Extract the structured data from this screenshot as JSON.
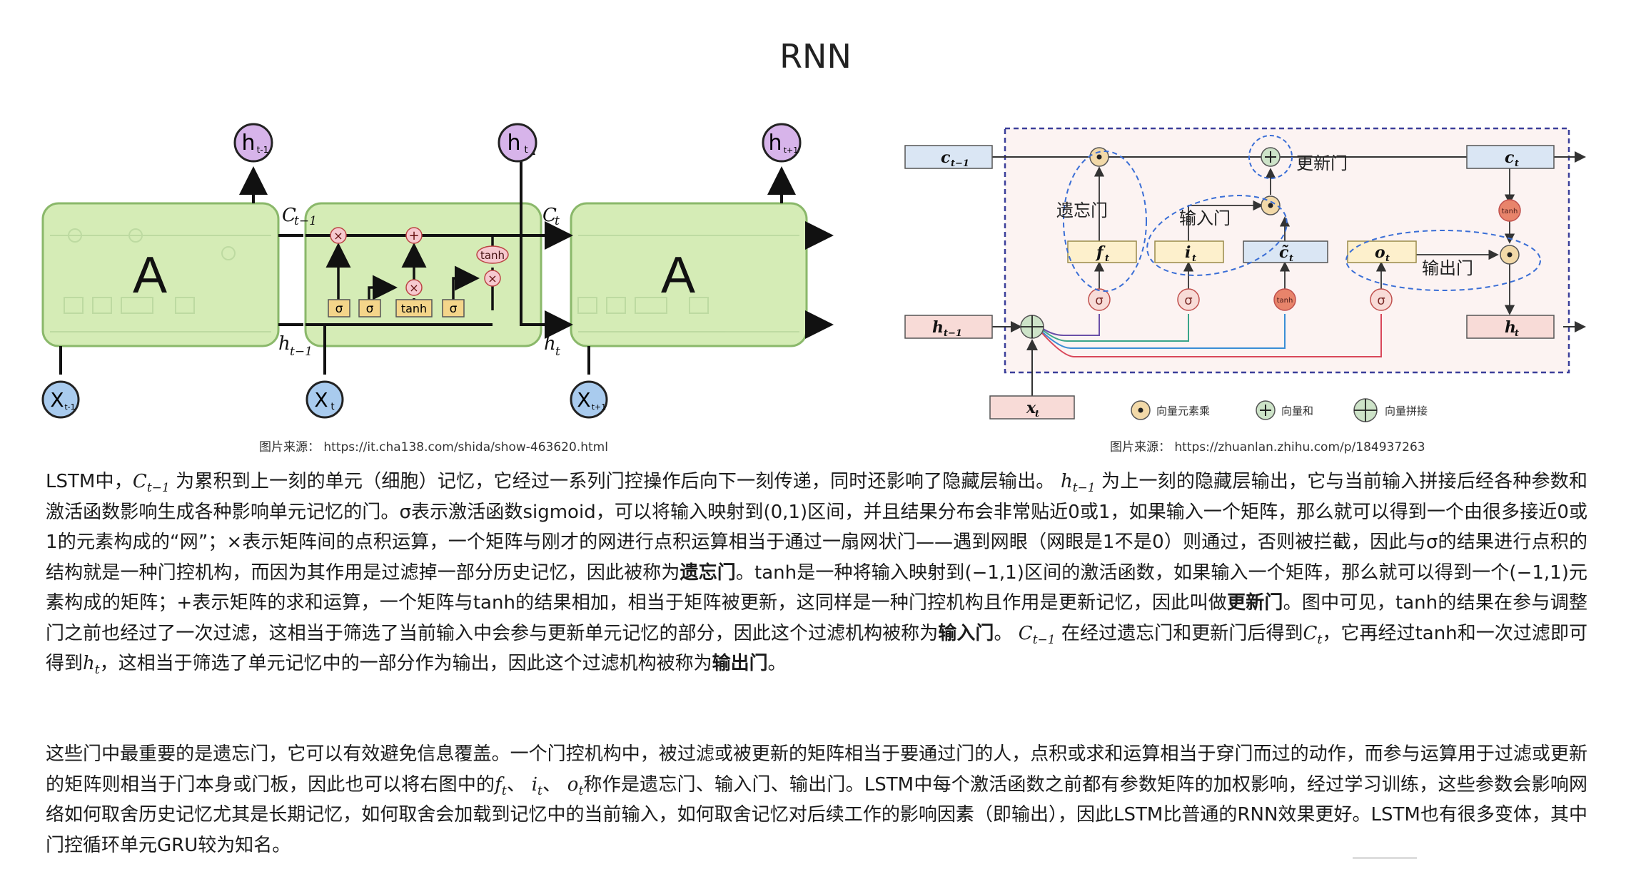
{
  "title": "RNN",
  "left_diagram": {
    "cell_label": "A",
    "outputs": [
      "h",
      "h",
      "h"
    ],
    "output_subs": [
      "t-1",
      "t",
      "t+1"
    ],
    "inputs": [
      "X",
      "X",
      "X"
    ],
    "input_subs": [
      "t-1",
      "t",
      "t+1"
    ],
    "state_labels": {
      "c_prev": "C",
      "c_prev_sub": "t−1",
      "c_next": "C",
      "c_next_sub": "t",
      "h_prev": "h",
      "h_prev_sub": "t−1",
      "h_next": "h",
      "h_next_sub": "t"
    },
    "ops": {
      "times": "×",
      "plus": "+",
      "tanh": "tanh"
    },
    "gates": [
      "σ",
      "σ",
      "tanh",
      "σ"
    ],
    "caption": "图片来源：  https://it.cha138.com/shida/show-463620.html"
  },
  "right_diagram": {
    "boxes": {
      "c_prev": "c",
      "c_prev_sub": "t−1",
      "c_t": "c",
      "c_t_sub": "t",
      "h_prev": "h",
      "h_prev_sub": "t−1",
      "h_t": "h",
      "h_t_sub": "t",
      "x_t": "x",
      "x_t_sub": "t",
      "f_t": "f",
      "f_t_sub": "t",
      "i_t": "i",
      "i_t_sub": "t",
      "c_tilde": "c̃",
      "c_tilde_sub": "t",
      "o_t": "o",
      "o_t_sub": "t"
    },
    "gate_labels": {
      "forget": "遗忘门",
      "input": "输入门",
      "update": "更新门",
      "output": "输出门"
    },
    "activations": {
      "sigma": "σ",
      "tanh": "tanh"
    },
    "legend": [
      "向量元素乘",
      "向量和",
      "向量拼接"
    ],
    "caption": "图片来源：  https://zhuanlan.zhihu.com/p/184937263"
  },
  "paragraph1": {
    "s1": "LSTM中，",
    "m1": "C",
    "m1_sub": "t−1",
    "s2": " 为累积到上一刻的单元（细胞）记忆，它经过一系列门控操作后向下一刻传递，同时还影响了隐藏层输出。 ",
    "m2": "h",
    "m2_sub": "t−1",
    "s3": " 为上一刻的隐藏层输出，它与当前输入拼接后经各种参数和激活函数影响生成各种影响单元记忆的门。σ表示激活函数sigmoid，可以将输入映射到(0,1)区间，并且结果分布会非常贴近0或1，如果输入一个矩阵，那么就可以得到一个由很多接近0或1的元素构成的“网”；×表示矩阵间的点积运算，一个矩阵与刚才的网进行点积运算相当于通过一扇网状门——遇到网眼（网眼是1不是0）则通过，否则被拦截，因此与σ的结果进行点积的结构就是一种门控机构，而因为其作用是过滤掉一部分历史记忆，因此被称为",
    "b1": "遗忘门",
    "s4": "。tanh是一种将输入映射到(−1,1)区间的激活函数，如果输入一个矩阵，那么就可以得到一个(−1,1)元素构成的矩阵；+表示矩阵的求和运算，一个矩阵与tanh的结果相加，相当于矩阵被更新，这同样是一种门控机构且作用是更新记忆，因此叫做",
    "b2": "更新门",
    "s5": "。图中可见，tanh的结果在参与调整门之前也经过了一次过滤，这相当于筛选了当前输入中会参与更新单元记忆的部分，因此这个过滤机构被称为",
    "b3": "输入门",
    "s6": "。 ",
    "m3": "C",
    "m3_sub": "t−1",
    "s7": " 在经过遗忘门和更新门后得到",
    "m4": "C",
    "m4_sub": "t",
    "s8": "，它再经过tanh和一次过滤即可得到",
    "m5": "h",
    "m5_sub": "t",
    "s9": "，这相当于筛选了单元记忆中的一部分作为输出，因此这个过滤机构被称为",
    "b4": "输出门",
    "s10": "。"
  },
  "paragraph2": {
    "s1": "这些门中最重要的是遗忘门，它可以有效避免信息覆盖。一个门控机构中，被过滤或被更新的矩阵相当于要通过门的人，点积或求和运算相当于穿门而过的动作，而参与运算用于过滤或更新的矩阵则相当于门本身或门板，因此也可以将右图中的",
    "m1": "f",
    "m1_sub": "t",
    "s2": "、 ",
    "m2": "i",
    "m2_sub": "t",
    "s3": "、 ",
    "m3": "o",
    "m3_sub": "t",
    "s4": "称作是遗忘门、输入门、输出门。LSTM中每个激活函数之前都有参数矩阵的加权影响，经过学习训练，这些参数会影响网络如何取舍历史记忆尤其是长期记忆，如何取舍会加载到记忆中的当前输入，如何取舍记忆对后续工作的影响因素（即输出），因此LSTM比普通的RNN效果更好。LSTM也有很多变体，其中门控循环单元GRU较为知名。"
  },
  "colors": {
    "cell_fill": "#d5ecb6",
    "cell_stroke": "#8ab86a",
    "gate_fill": "#f4d58a",
    "op_fill": "#f6c9cf",
    "h_circle": "#d7b4ea",
    "x_circle": "#a9cbee",
    "box_blue": "#dae6f4",
    "box_red": "#f8dbd7",
    "box_yellow": "#fdf0cc",
    "frame_dash": "#3b3f9a",
    "frame_bg": "#fcf3f2"
  }
}
